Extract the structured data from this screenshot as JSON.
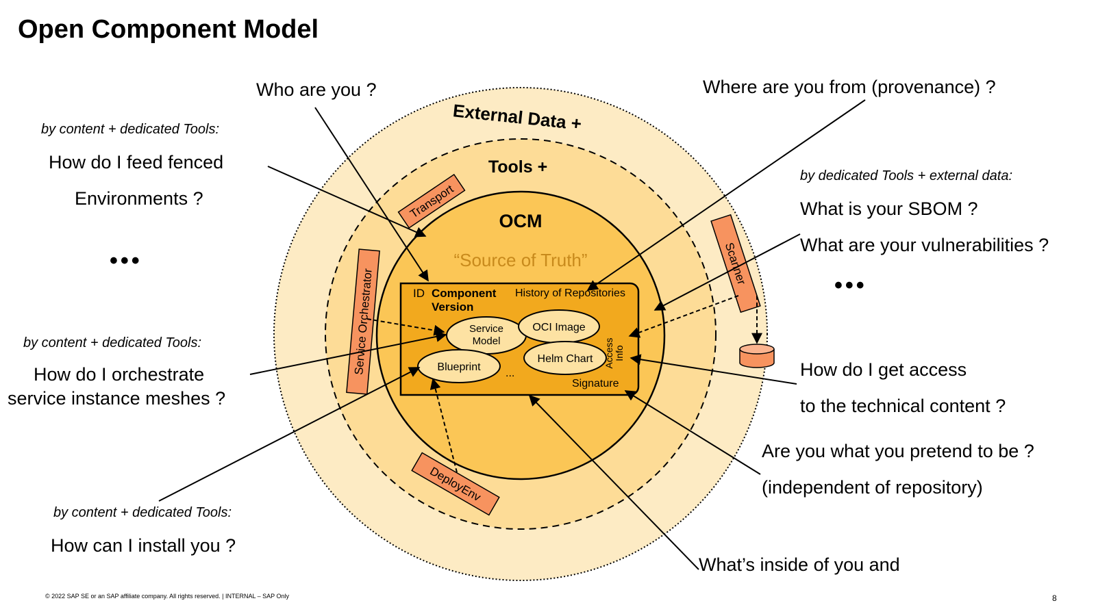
{
  "title": "Open Component Model",
  "rings": {
    "external": "External Data +",
    "tools": "Tools +",
    "ocm": "OCM",
    "source_of_truth": "“Source of Truth”"
  },
  "component": {
    "id": "ID",
    "title_line1": "Component",
    "title_line2": "Version",
    "history": "History of Repositories",
    "access_line1": "Access",
    "access_line2": "Info",
    "signature": "Signature",
    "ellipsis": "...",
    "service_model_line1": "Service",
    "service_model_line2": "Model",
    "oci_image": "OCI Image",
    "helm_chart": "Helm Chart",
    "blueprint": "Blueprint"
  },
  "tools": {
    "transport": "Transport",
    "service_orchestrator": "Service Orchestrator",
    "scanner": "Scanner",
    "deployenv": "DeployEnv"
  },
  "questions": {
    "who": "Who are you ?",
    "where": "Where are you from (provenance) ?",
    "feed_line1": "How do I feed fenced",
    "feed_line2": "Environments ?",
    "sbom": "What is your SBOM ?",
    "vuln": "What are your vulnerabilities ?",
    "orchestrate_line1": "How do I orchestrate",
    "orchestrate_line2": "service instance meshes ?",
    "access_line1": "How do I get access",
    "access_line2": "to the technical content ?",
    "pretend_line1": "Are you what you pretend to be ?",
    "pretend_line2": "(independent of repository)",
    "install": "How can I install you ?",
    "inside": "What’s inside of you and"
  },
  "notes": {
    "content_tools": "by content + dedicated Tools",
    "tools_external": "by dedicated Tools + external data",
    "colon": ":"
  },
  "ellipsis_left": "•••",
  "ellipsis_right": "•••",
  "footer": "© 2022 SAP SE or an SAP affiliate company. All rights reserved. | INTERNAL – SAP Only",
  "page_number": "8",
  "colors": {
    "outer_ring": "#fdebc4",
    "middle_ring": "#fddc97",
    "ocm_circle": "#fbc656",
    "component_box": "#f2a91e",
    "ellipse": "#fde2a3",
    "tool_box": "#f7935f",
    "source_text": "#c88a1c"
  }
}
